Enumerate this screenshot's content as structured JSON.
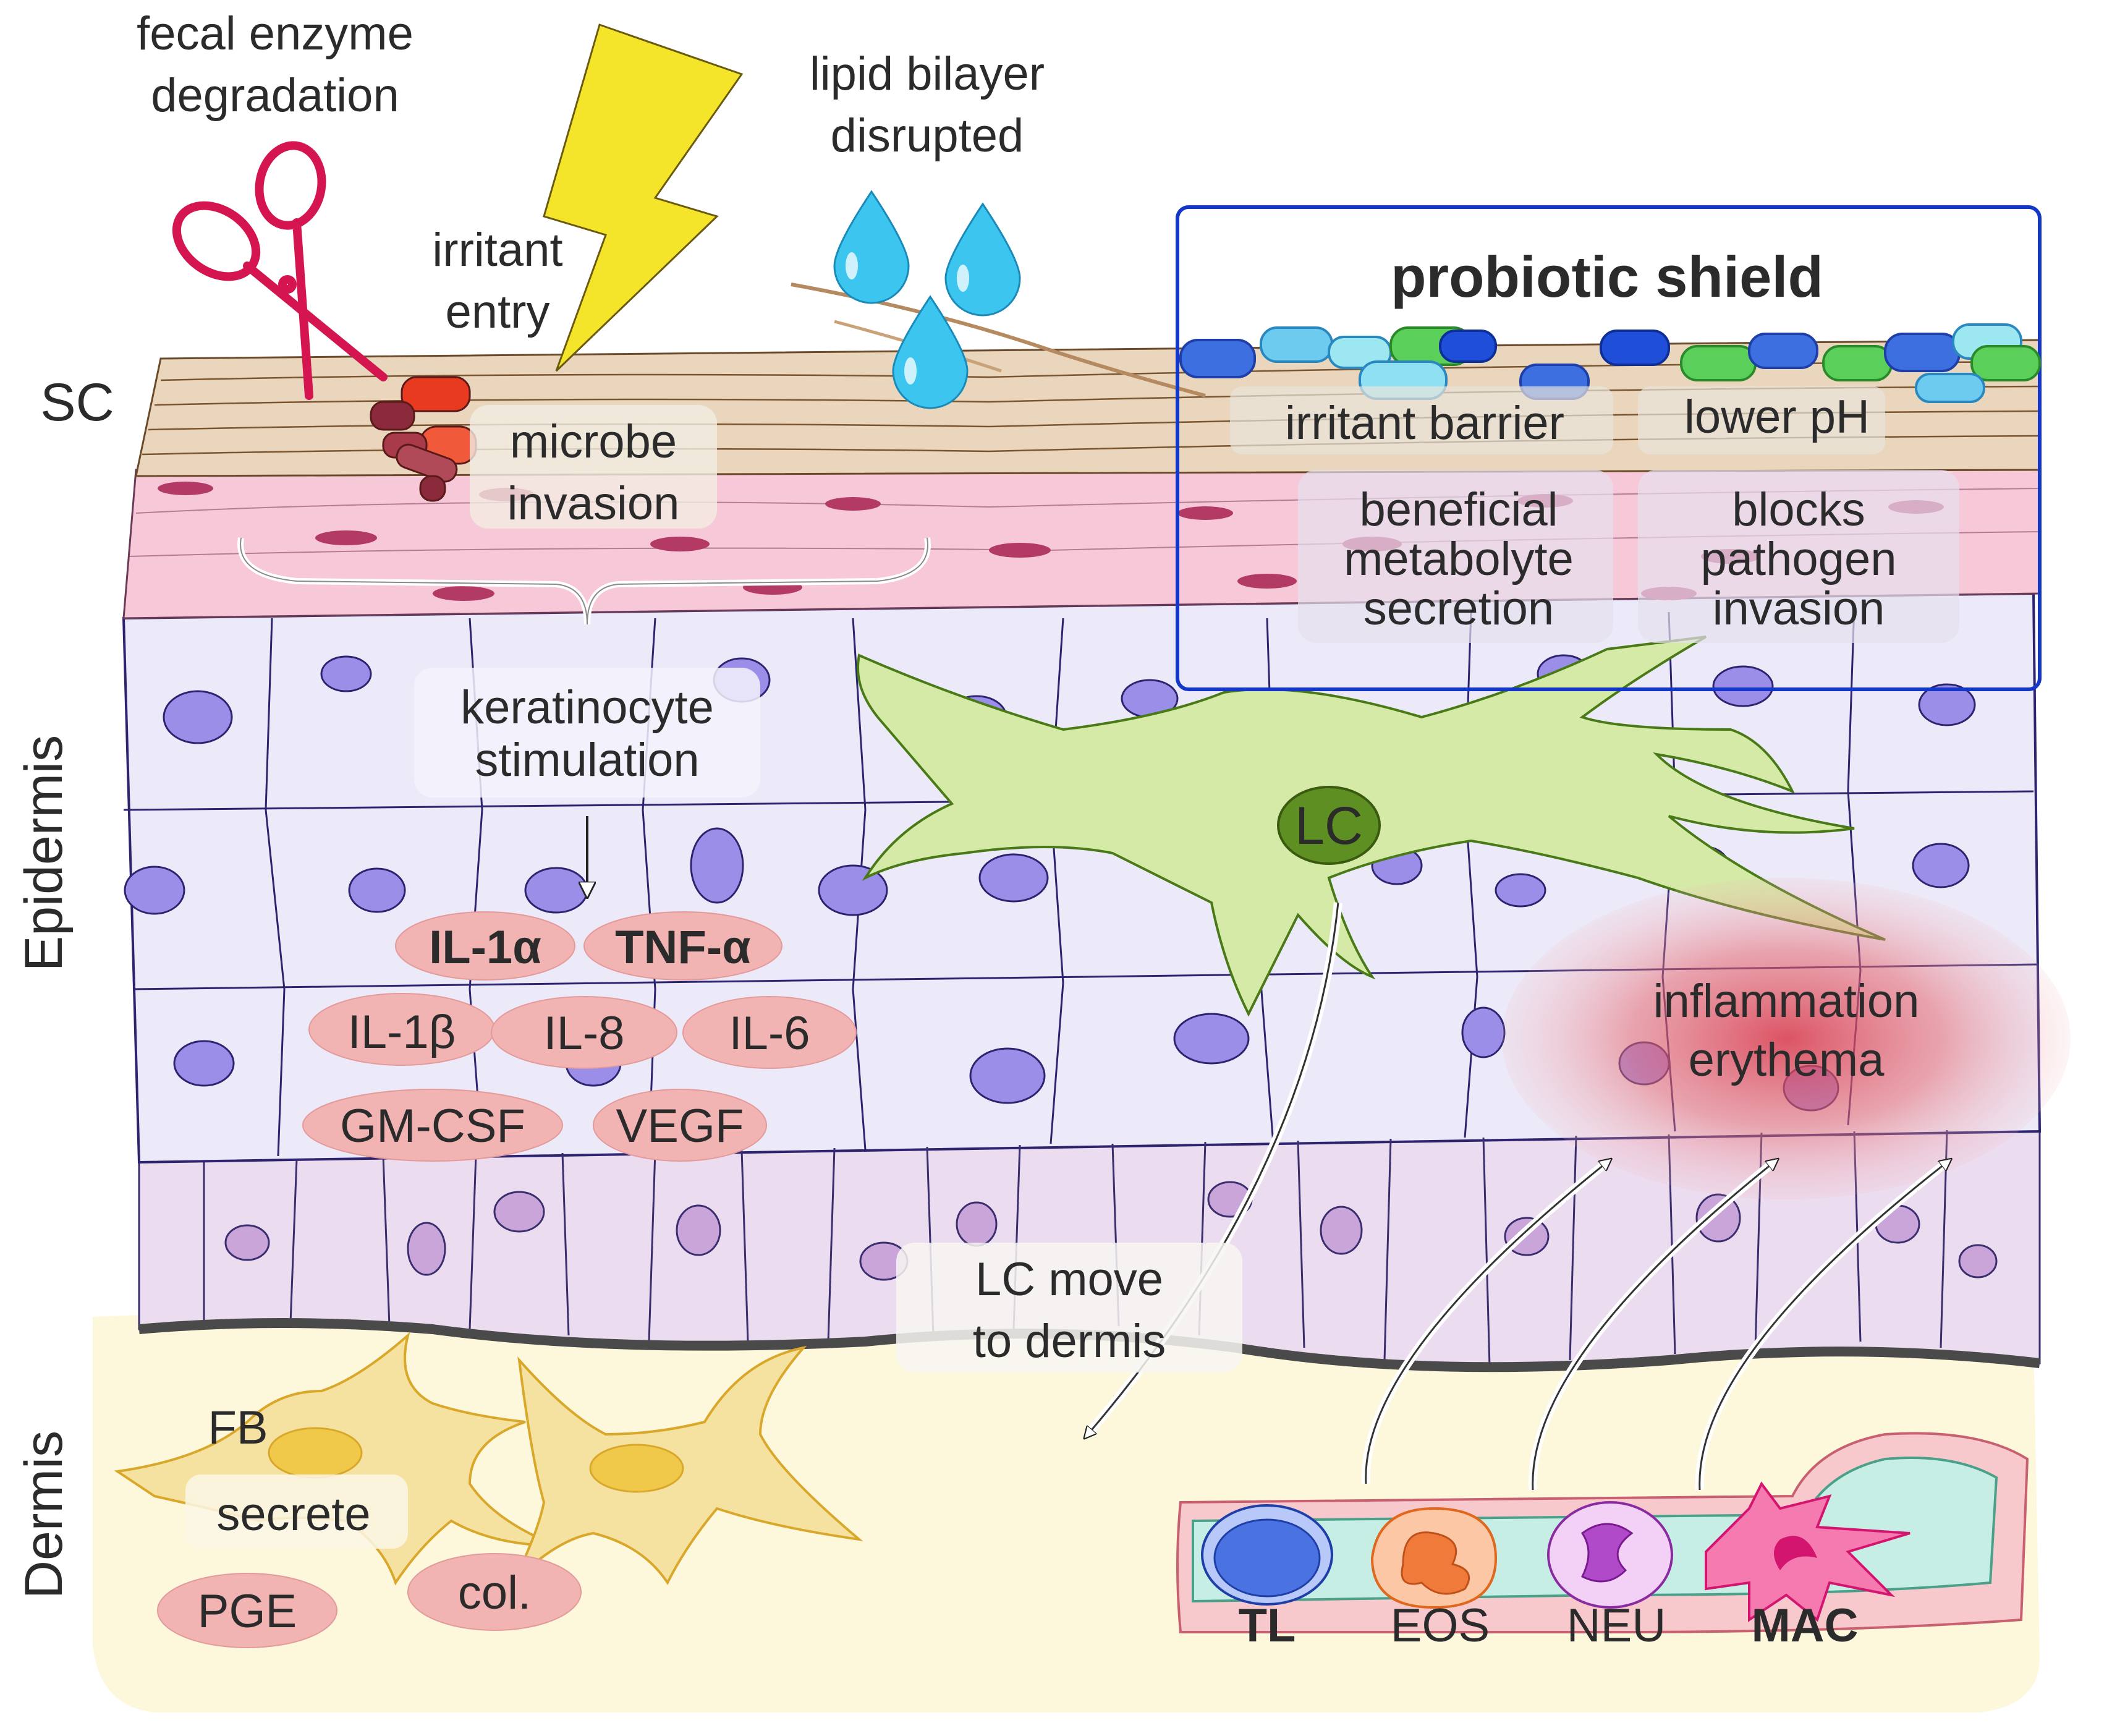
{
  "layers": {
    "sc": "SC",
    "epidermis": "Epidermis",
    "dermis": "Dermis"
  },
  "top_labels": {
    "fecal_line1": "fecal enzyme",
    "fecal_line2": "degradation",
    "irritant_line1": "irritant",
    "irritant_line2": "entry",
    "lipid_line1": "lipid bilayer",
    "lipid_line2": "disrupted"
  },
  "microbe": {
    "line1": "microbe",
    "line2": "invasion"
  },
  "keratinocyte": {
    "line1": "keratinocyte",
    "line2": "stimulation"
  },
  "cytokines": {
    "il1a": "IL-1α",
    "tnfa": "TNF-α",
    "il1b": "IL-1β",
    "il8": "IL-8",
    "il6": "IL-6",
    "gmcsf": "GM-CSF",
    "vegf": "VEGF"
  },
  "lc": {
    "label": "LC",
    "move_line1": "LC move",
    "move_line2": "to dermis"
  },
  "probiotic": {
    "title": "probiotic shield",
    "irritant_barrier": "irritant barrier",
    "lower_ph": "lower pH",
    "metabolite_line1": "beneficial",
    "metabolite_line2": "metabolyte",
    "metabolite_line3": "secretion",
    "blocks_line1": "blocks",
    "blocks_line2": "pathogen",
    "blocks_line3": "invasion"
  },
  "inflammation": {
    "line1": "inflammation",
    "line2": "erythema"
  },
  "fibroblast": {
    "label": "FB",
    "secrete": "secrete",
    "pge": "PGE",
    "col": "col."
  },
  "immune_cells": {
    "tl": "TL",
    "eos": "EOS",
    "neu": "NEU",
    "mac": "MAC"
  },
  "colors": {
    "sc_layer": "#e9d6bd",
    "granular_layer": "#f7c9d8",
    "keratinocyte": "#eceaf8",
    "nucleus": "#9b8ee8",
    "basal_layer": "#ecdcef",
    "dermis": "#fdf8dc",
    "lc_cell": "#d4eaa6",
    "cytokine_pill": "#f2b3b3",
    "probiotic_border": "#1537c8",
    "inflammation": "#d9394a"
  }
}
